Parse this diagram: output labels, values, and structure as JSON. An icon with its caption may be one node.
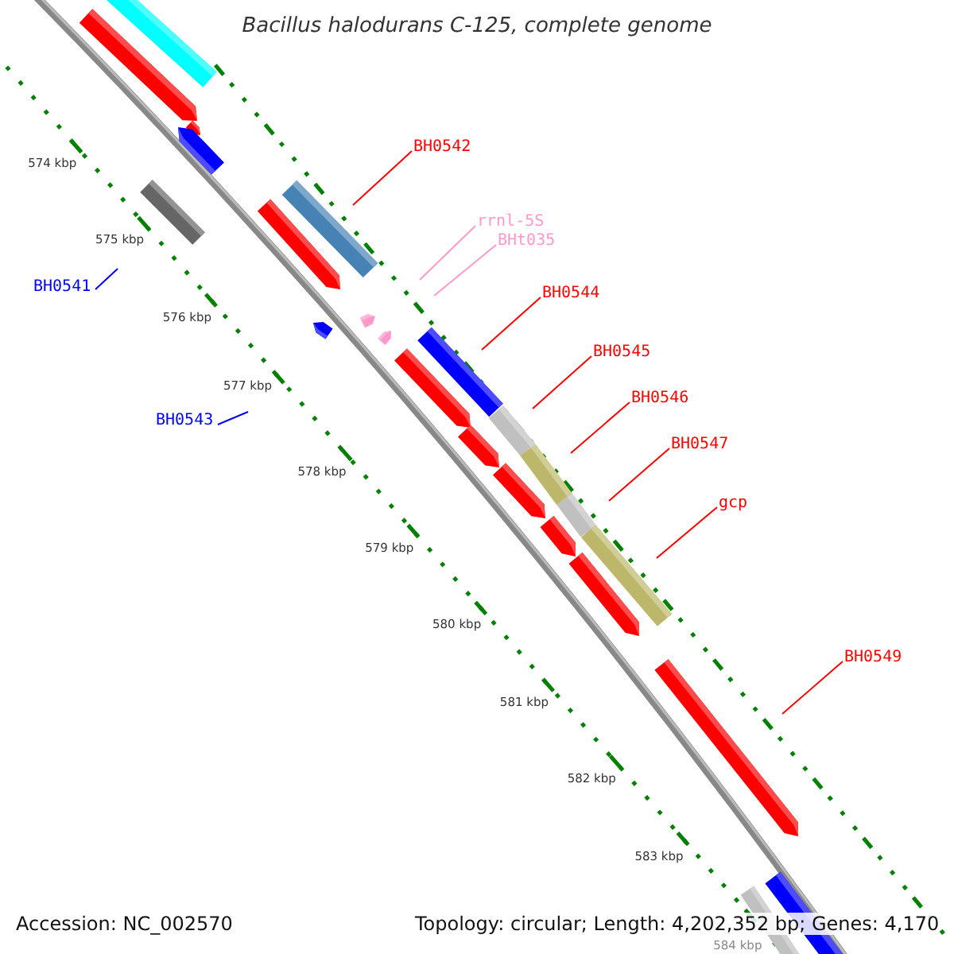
{
  "diagram": {
    "title": "Bacillus halodurans C-125, complete genome",
    "nodes": [
      {
        "text": [
          "BH0542"
        ]
      },
      {
        "text": [
          "rrnl-5S"
        ]
      },
      {
        "text": [
          "BHt035"
        ]
      },
      {
        "text": [
          "BH0544"
        ]
      },
      {
        "text": [
          "BH0545"
        ]
      },
      {
        "text": [
          "BH0546"
        ]
      },
      {
        "text": [
          "BH0547"
        ]
      },
      {
        "text": [
          "gcp"
        ]
      },
      {
        "text": [
          "BH0549"
        ]
      },
      {
        "text": [
          "BH0541"
        ]
      },
      {
        "text": [
          "BH0543"
        ]
      }
    ],
    "edges": [
      {
        "from": 0,
        "to": null,
        "arrow": "none"
      },
      {
        "from": 1,
        "to": null,
        "arrow": "none",
        "color": "#ff99cc"
      },
      {
        "from": 2,
        "to": null,
        "arrow": "none",
        "color": "#ff99cc"
      },
      {
        "from": 3,
        "to": null,
        "arrow": "none"
      },
      {
        "from": 4,
        "to": null,
        "arrow": "none"
      },
      {
        "from": 5,
        "to": null,
        "arrow": "none"
      },
      {
        "from": 6,
        "to": null,
        "arrow": "none"
      },
      {
        "from": 7,
        "to": null,
        "arrow": "none"
      },
      {
        "from": 8,
        "to": null,
        "arrow": "none"
      },
      {
        "from": 9,
        "to": null,
        "arrow": "none",
        "color": "#0000ff"
      },
      {
        "from": 10,
        "to": null,
        "arrow": "none",
        "color": "#0000ff"
      }
    ],
    "labels": [
      "574 kbp",
      "575 kbp",
      "576 kbp",
      "577 kbp",
      "578 kbp",
      "579 kbp",
      "580 kbp",
      "581 kbp",
      "582 kbp",
      "583 kbp",
      "584 kbp",
      "Accession: NC_002570",
      "Topology: circular; Length: 4,202,352 bp; Genes: 4,170"
    ]
  }
}
